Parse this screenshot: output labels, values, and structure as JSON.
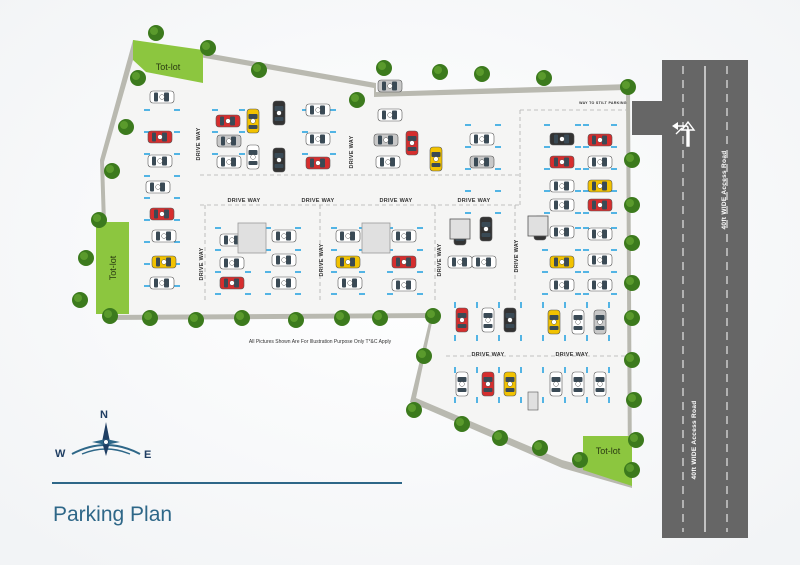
{
  "title": "Parking Plan",
  "disclaimer": "All Pictures Shown Are For Illustration Purpose Only T*&C Apply",
  "labels": {
    "tot_lot": "Tot-lot",
    "drive_way": "DRIVE WAY",
    "way_to_stilt": "WAY TO STILT PARKING",
    "access_road": "40ft WIDE Access Road"
  },
  "compass": {
    "north": "N",
    "west": "W",
    "east": "E"
  },
  "colors": {
    "brand": "#2e6788",
    "road": "#666666",
    "lawn": "#8cc63f",
    "site": "#f6f6f6",
    "boundary": "#b9b9b0",
    "tree": "#3c7a1d",
    "stall": "#2aa3e0"
  },
  "car_colors": [
    "#d62e2e",
    "#f2c200",
    "#ffffff",
    "#c8c8c8",
    "#333333"
  ]
}
